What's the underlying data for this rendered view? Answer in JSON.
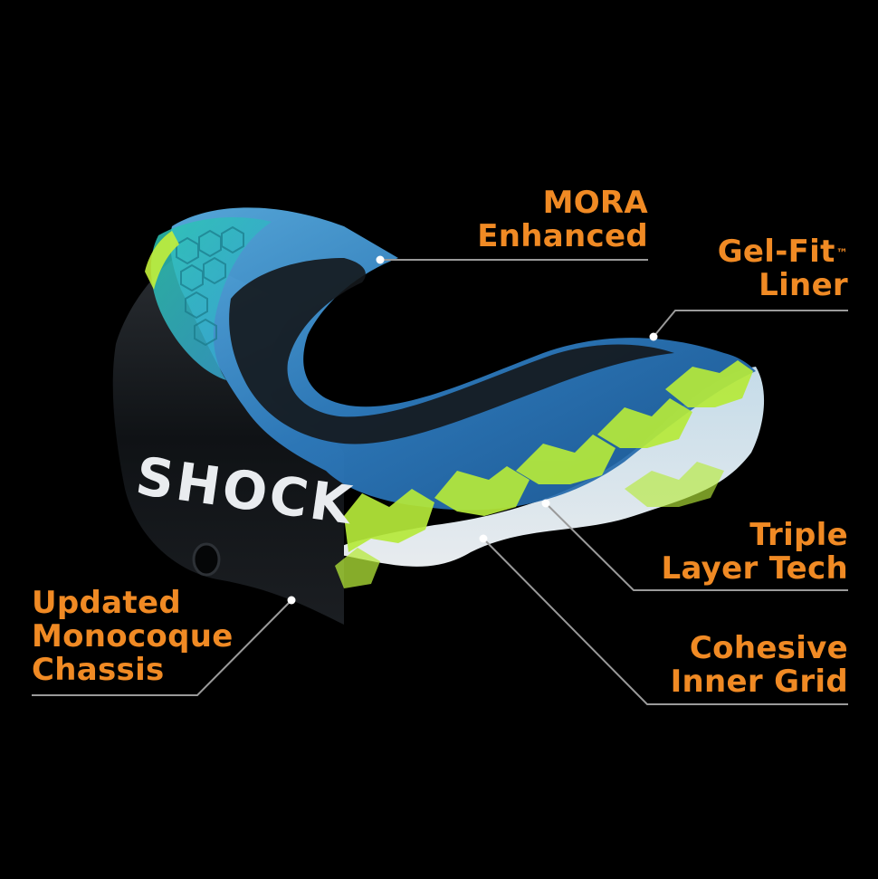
{
  "callouts": {
    "mora": {
      "line1": "MORA",
      "line2": "Enhanced"
    },
    "gelfit": {
      "line1": "Gel-Fit",
      "trademark": "™",
      "line2": "Liner"
    },
    "triple": {
      "line1": "Triple",
      "line2": "Layer Tech"
    },
    "cohesive": {
      "line1": "Cohesive",
      "line2": "Inner Grid"
    },
    "chassis": {
      "line1": "Updated",
      "line2": "Monocoque",
      "line3": "Chassis"
    }
  },
  "product": {
    "brand_text": "SHOCK"
  },
  "colors": {
    "background": "#000000",
    "label": "#f08a24",
    "leader_line": "#9a9a9a",
    "shell_black": "#111418",
    "liner_blue": "#3f8fd0",
    "grid_green": "#b6ea3a"
  }
}
